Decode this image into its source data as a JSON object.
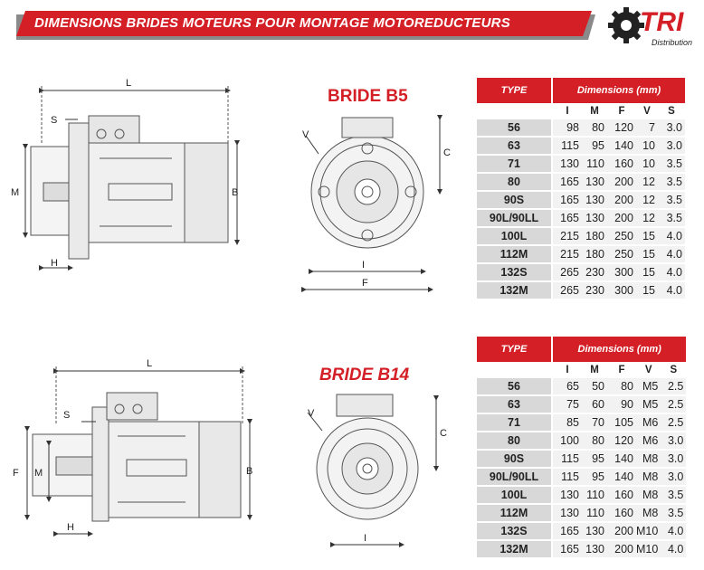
{
  "header": {
    "title": "DIMENSIONS BRIDES MOTEURS   POUR MONTAGE  MOTOREDUCTEURS",
    "logo_text": "TRI",
    "logo_sub": "Distribution",
    "colors": {
      "accent": "#d31f25",
      "banner_shadow": "#8a8a8a"
    }
  },
  "b5": {
    "title": "BRIDE  B5",
    "side_labels": {
      "L": "L",
      "S": "S",
      "M": "M",
      "H": "H",
      "B": "B"
    },
    "front_labels": {
      "V": "V",
      "C": "C",
      "I": "I",
      "F": "F"
    },
    "table": {
      "type_header": "TYPE",
      "dim_header": "Dimensions (mm)",
      "columns": [
        "I",
        "M",
        "F",
        "V",
        "S"
      ],
      "rows": [
        {
          "type": "56",
          "values": [
            "98",
            "80",
            "120",
            "7",
            "3.0"
          ]
        },
        {
          "type": "63",
          "values": [
            "115",
            "95",
            "140",
            "10",
            "3.0"
          ]
        },
        {
          "type": "71",
          "values": [
            "130",
            "110",
            "160",
            "10",
            "3.5"
          ]
        },
        {
          "type": "80",
          "values": [
            "165",
            "130",
            "200",
            "12",
            "3.5"
          ]
        },
        {
          "type": "90S",
          "values": [
            "165",
            "130",
            "200",
            "12",
            "3.5"
          ]
        },
        {
          "type": "90L/90LL",
          "values": [
            "165",
            "130",
            "200",
            "12",
            "3.5"
          ]
        },
        {
          "type": "100L",
          "values": [
            "215",
            "180",
            "250",
            "15",
            "4.0"
          ]
        },
        {
          "type": "112M",
          "values": [
            "215",
            "180",
            "250",
            "15",
            "4.0"
          ]
        },
        {
          "type": "132S",
          "values": [
            "265",
            "230",
            "300",
            "15",
            "4.0"
          ]
        },
        {
          "type": "132M",
          "values": [
            "265",
            "230",
            "300",
            "15",
            "4.0"
          ]
        }
      ]
    }
  },
  "b14": {
    "title": "BRIDE  B14",
    "side_labels": {
      "L": "L",
      "S": "S",
      "F": "F",
      "M": "M",
      "H": "H",
      "B": "B"
    },
    "front_labels": {
      "V": "V",
      "C": "C",
      "I": "I"
    },
    "table": {
      "type_header": "TYPE",
      "dim_header": "Dimensions (mm)",
      "columns": [
        "I",
        "M",
        "F",
        "V",
        "S"
      ],
      "rows": [
        {
          "type": "56",
          "values": [
            "65",
            "50",
            "80",
            "M5",
            "2.5"
          ]
        },
        {
          "type": "63",
          "values": [
            "75",
            "60",
            "90",
            "M5",
            "2.5"
          ]
        },
        {
          "type": "71",
          "values": [
            "85",
            "70",
            "105",
            "M6",
            "2.5"
          ]
        },
        {
          "type": "80",
          "values": [
            "100",
            "80",
            "120",
            "M6",
            "3.0"
          ]
        },
        {
          "type": "90S",
          "values": [
            "115",
            "95",
            "140",
            "M8",
            "3.0"
          ]
        },
        {
          "type": "90L/90LL",
          "values": [
            "115",
            "95",
            "140",
            "M8",
            "3.0"
          ]
        },
        {
          "type": "100L",
          "values": [
            "130",
            "110",
            "160",
            "M8",
            "3.5"
          ]
        },
        {
          "type": "112M",
          "values": [
            "130",
            "110",
            "160",
            "M8",
            "3.5"
          ]
        },
        {
          "type": "132S",
          "values": [
            "165",
            "130",
            "200",
            "M10",
            "4.0"
          ]
        },
        {
          "type": "132M",
          "values": [
            "165",
            "130",
            "200",
            "M10",
            "4.0"
          ]
        }
      ]
    }
  }
}
